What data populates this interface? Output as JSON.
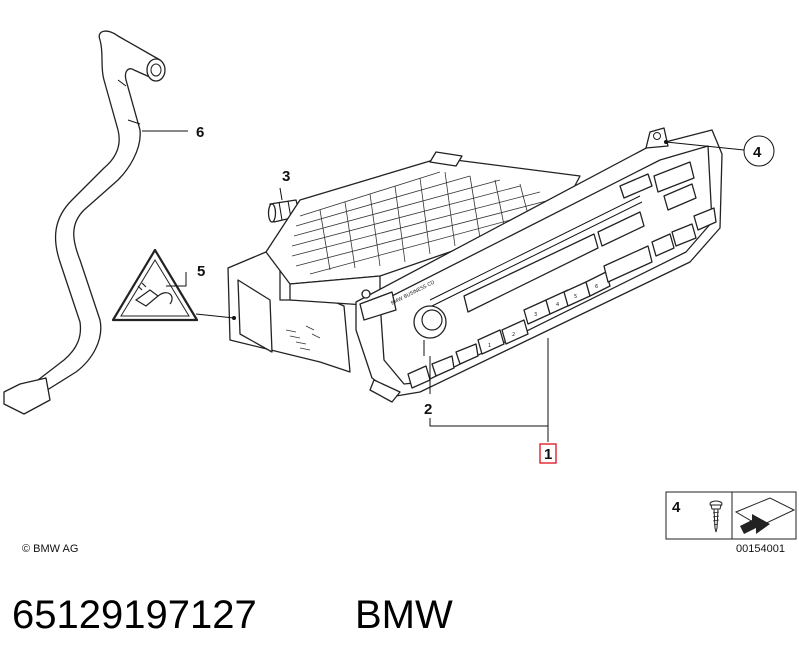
{
  "diagram": {
    "callouts": {
      "c1": "1",
      "c2": "2",
      "c3": "3",
      "c4": "4",
      "c5": "5",
      "c6": "6"
    },
    "radio_brand_label": "BMW BUSINESS CD",
    "preset_buttons": [
      "1",
      "2",
      "3",
      "4",
      "5",
      "6"
    ],
    "copyright": "© BMW AG",
    "legend": {
      "number": "4",
      "image_code": "00154001"
    },
    "highlight_color": "#e0202a"
  },
  "footer": {
    "part_number": "65129197127",
    "brand": "BMW"
  }
}
